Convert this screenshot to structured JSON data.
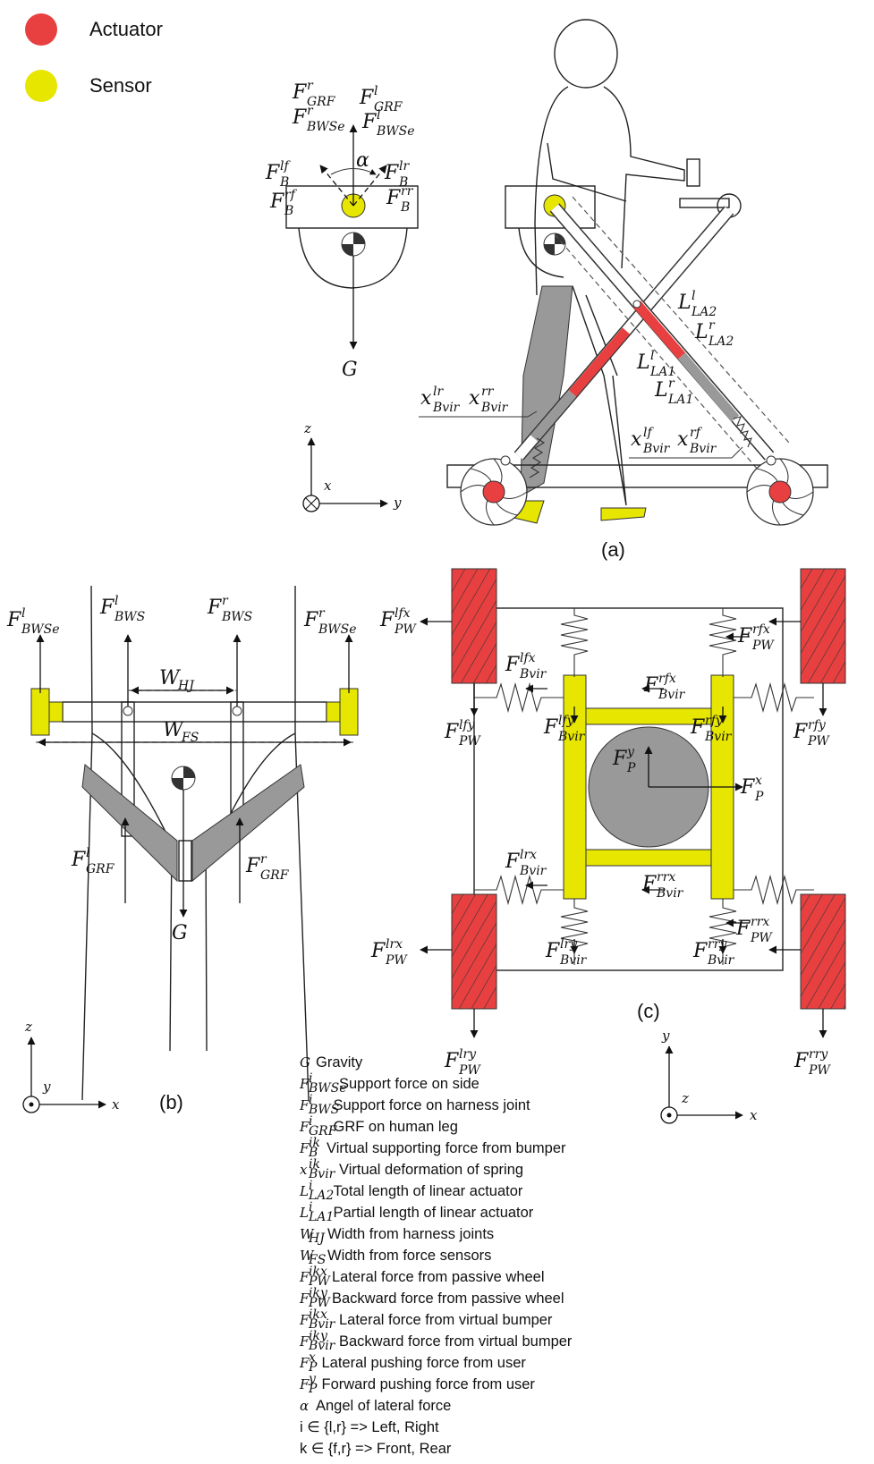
{
  "legend": {
    "actuator": {
      "label": "Actuator",
      "color": "#e84040"
    },
    "sensor": {
      "label": "Sensor",
      "color": "#e6e600"
    }
  },
  "panels": {
    "a": "(a)",
    "b": "(b)",
    "c": "(c)"
  },
  "axes": {
    "a": {
      "v": "z",
      "h": "y",
      "o": "x"
    },
    "b": {
      "v": "z",
      "h": "x",
      "o": "y"
    },
    "c": {
      "v": "y",
      "h": "x",
      "o": "z"
    }
  },
  "symbols": {
    "F": "F",
    "G": "G",
    "alpha": "α",
    "W": "W",
    "L": "L",
    "x": "x",
    "sup": {
      "l": "l",
      "r": "r",
      "lf": "lf",
      "rf": "rf",
      "lr": "lr",
      "rr": "rr",
      "lfx": "lfx",
      "rfx": "rfx",
      "lfy": "lfy",
      "rfy": "rfy",
      "lrx": "lrx",
      "rrx": "rrx",
      "lry": "lry",
      "rry": "rry",
      "px": "x",
      "py": "y"
    },
    "sub": {
      "GRF": "GRF",
      "BWSe": "BWSe",
      "BWS": "BWS",
      "B": "B",
      "Bvir": "Bvir",
      "LA1": "LA1",
      "LA2": "LA2",
      "HJ": "HJ",
      "FS": "FS",
      "PW": "PW",
      "P": "P"
    }
  },
  "definitions": [
    {
      "sym": "G",
      "sup": "",
      "sub": "",
      "text": "Gravity"
    },
    {
      "sym": "F",
      "sup": "i",
      "sub": "BWSe",
      "text": "Support force on side"
    },
    {
      "sym": "F",
      "sup": "i",
      "sub": "BWS",
      "text": "Support force on harness joint"
    },
    {
      "sym": "F",
      "sup": "i",
      "sub": "GRF",
      "text": "GRF on human leg"
    },
    {
      "sym": "F",
      "sup": "ik",
      "sub": "B",
      "text": "Virtual supporting force from bumper"
    },
    {
      "sym": "x",
      "sup": "ik",
      "sub": "Bvir",
      "text": "Virtual deformation of spring"
    },
    {
      "sym": "L",
      "sup": "i",
      "sub": "LA2",
      "text": "Total length of linear actuator"
    },
    {
      "sym": "L",
      "sup": "i",
      "sub": "LA1",
      "text": "Partial length of linear actuator"
    },
    {
      "sym": "W",
      "sup": "",
      "sub": "HJ",
      "text": "Width from harness joints"
    },
    {
      "sym": "W",
      "sup": "",
      "sub": "FS",
      "text": "Width from force sensors"
    },
    {
      "sym": "F",
      "sup": "ikx",
      "sub": "PW",
      "text": "Lateral force from passive wheel"
    },
    {
      "sym": "F",
      "sup": "iky",
      "sub": "PW",
      "text": "Backward force from passive wheel"
    },
    {
      "sym": "F",
      "sup": "ikx",
      "sub": "Bvir",
      "text": "Lateral force from virtual bumper"
    },
    {
      "sym": "F",
      "sup": "iky",
      "sub": "Bvir",
      "text": "Backward force from virtual bumper"
    },
    {
      "sym": "F",
      "sup": "x",
      "sub": "P",
      "text": "Lateral pushing force from user"
    },
    {
      "sym": "F",
      "sup": "y",
      "sub": "P",
      "text": "Forward pushing force from user"
    },
    {
      "sym": "α",
      "sup": "",
      "sub": "",
      "text": "Angel of lateral force"
    },
    {
      "sym": "",
      "sup": "",
      "sub": "",
      "text": "i ∈ {l,r} => Left, Right"
    },
    {
      "sym": "",
      "sup": "",
      "sub": "",
      "text": "k ∈ {f,r} => Front, Rear"
    }
  ]
}
